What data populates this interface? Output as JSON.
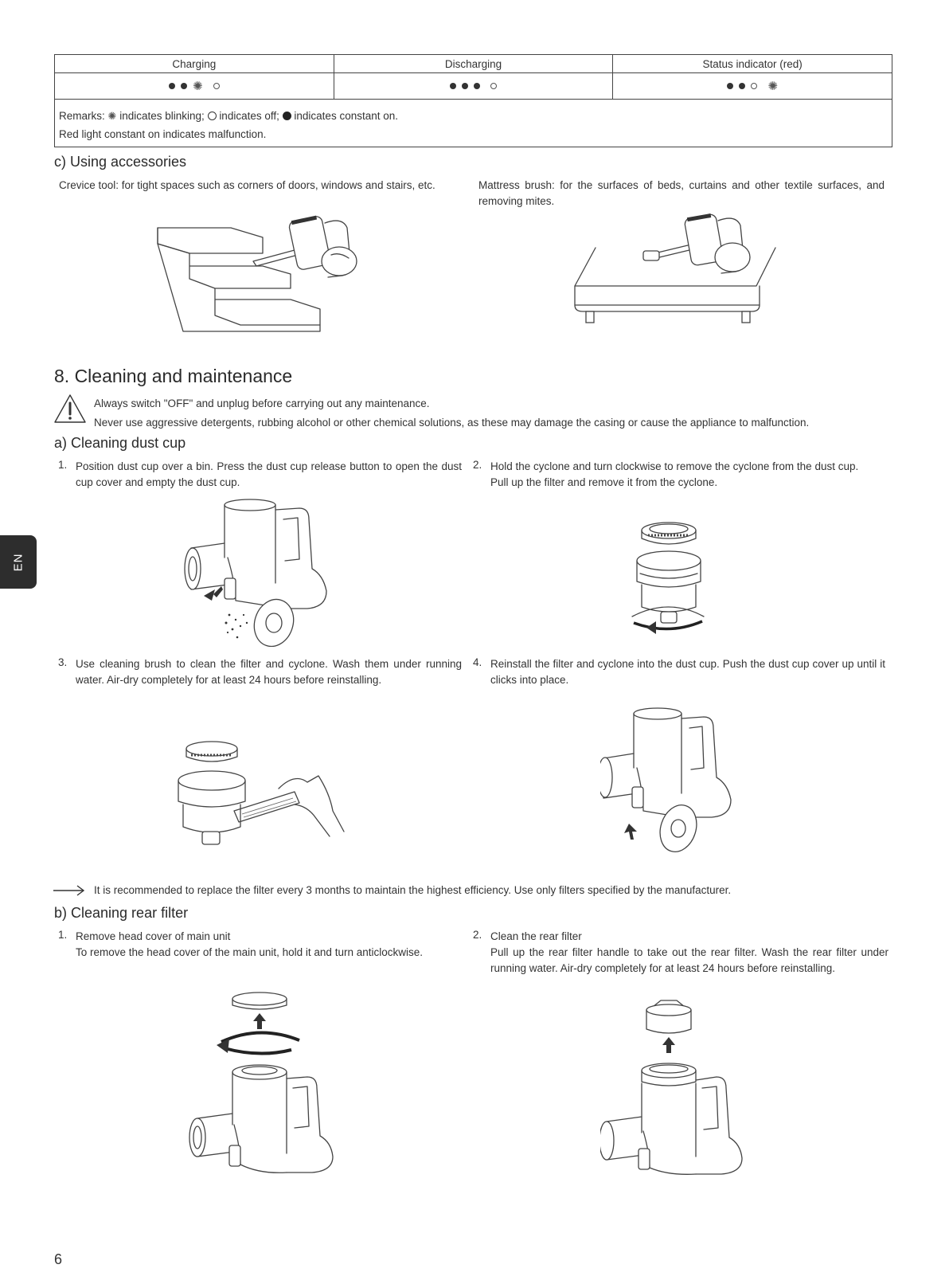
{
  "indicator_table": {
    "headers": [
      "Charging",
      "Discharging",
      "Status indicator (red)"
    ],
    "remarks": {
      "label": "Remarks:",
      "blinking": "indicates blinking;",
      "off": "indicates off;",
      "on": "indicates constant on.",
      "malfunction": "Red light constant on indicates malfunction."
    }
  },
  "accessories": {
    "heading": "c)  Using accessories",
    "crevice": "Crevice tool: for tight spaces such as corners of doors, windows and stairs, etc.",
    "mattress": "Mattress brush: for the surfaces of beds, curtains and other textile surfaces, and removing mites."
  },
  "cleaning": {
    "heading": "8. Cleaning and maintenance",
    "warning_1": "Always switch \"OFF\" and unplug before carrying out any maintenance.",
    "warning_2": "Never use aggressive detergents, rubbing alcohol or other chemical solutions, as these may damage the casing or cause the appliance to malfunction."
  },
  "dust_cup": {
    "heading": "a)  Cleaning dust cup",
    "steps": [
      {
        "num": "1.",
        "text": "Position dust cup over a bin. Press the dust cup release button to open the dust cup cover and empty the dust cup."
      },
      {
        "num": "2.",
        "line1": "Hold the cyclone and turn clockwise to remove the cyclone from the dust cup.",
        "line2": "Pull up the filter and remove it from the cyclone."
      },
      {
        "num": "3.",
        "text": "Use cleaning brush to clean the filter and cyclone. Wash them under running water. Air-dry completely for at least 24 hours before reinstalling."
      },
      {
        "num": "4.",
        "text": "Reinstall the filter and cyclone into the dust cup. Push the dust cup cover up until it clicks into place."
      }
    ],
    "note": "It is recommended to replace the filter every 3 months to maintain the highest efficiency. Use only filters specified by the manufacturer."
  },
  "rear_filter": {
    "heading": "b)  Cleaning rear filter",
    "steps": [
      {
        "num": "1.",
        "title": "Remove head cover of main unit",
        "text": "To remove the head cover of the main unit, hold it and turn anticlockwise."
      },
      {
        "num": "2.",
        "title": "Clean the rear filter",
        "text": "Pull up the rear filter handle to take out the rear filter. Wash the rear filter under running water. Air-dry completely for at least 24 hours before reinstalling."
      }
    ]
  },
  "side_tab": "EN",
  "page_number": "6"
}
